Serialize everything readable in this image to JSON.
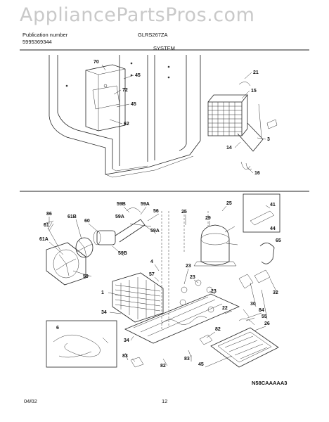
{
  "watermark": "AppliancePartsPros.com",
  "header": {
    "pub_label": "Publication number",
    "pub_number": "5995369344",
    "model": "GLRS267ZA",
    "section": "SYSTEM"
  },
  "footer": {
    "date": "04/02",
    "page": "12",
    "code": "N58CAAAAA3"
  },
  "callouts_top": [
    "70",
    "45",
    "72",
    "45",
    "62",
    "21",
    "15",
    "3",
    "14",
    "16"
  ],
  "callouts_bottom": [
    "86",
    "61B",
    "60",
    "59B",
    "59A",
    "59A",
    "56",
    "59A",
    "61",
    "61A",
    "59B",
    "59",
    "4",
    "57",
    "1",
    "34",
    "34",
    "25",
    "25",
    "29",
    "41",
    "44",
    "65",
    "23",
    "23",
    "23",
    "22",
    "32",
    "30",
    "55",
    "84",
    "26",
    "6",
    "83",
    "82",
    "83",
    "82",
    "45"
  ]
}
